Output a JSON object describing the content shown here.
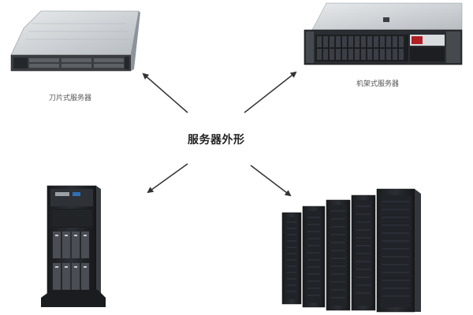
{
  "diagram": {
    "title": "服务器外形",
    "nodes": [
      {
        "id": "blade",
        "label": "刀片式服务器",
        "icon": "blade-server-image"
      },
      {
        "id": "rack",
        "label": "机架式服务器",
        "icon": "rack-server-image"
      },
      {
        "id": "tower",
        "label": "",
        "icon": "tower-server-image"
      },
      {
        "id": "cabinet",
        "label": "",
        "icon": "server-cabinets-image"
      }
    ],
    "edges": [
      {
        "from": "center",
        "to": "blade"
      },
      {
        "from": "center",
        "to": "rack"
      },
      {
        "from": "center",
        "to": "tower"
      },
      {
        "from": "center",
        "to": "cabinet"
      }
    ],
    "colors": {
      "arrow": "#333333",
      "text": "#555555",
      "title": "#222222"
    }
  }
}
